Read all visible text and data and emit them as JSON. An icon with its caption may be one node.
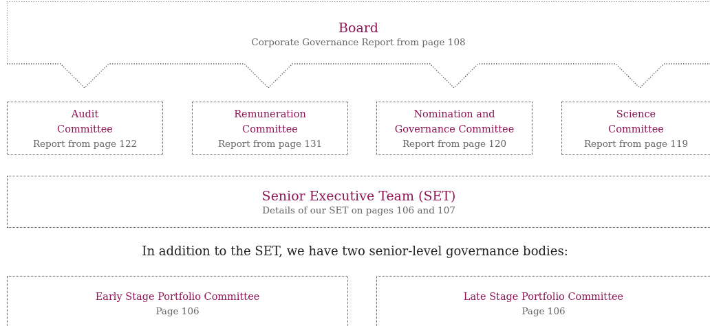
{
  "diagram": {
    "nodes": [
      {
        "text": [
          "Board",
          "Corporate Governance Report from page 108"
        ]
      },
      {
        "text": [
          "Audit Committee",
          "Report from page 122"
        ]
      },
      {
        "text": [
          "Remuneration Committee",
          "Report from page 131"
        ]
      },
      {
        "text": [
          "Nomination and Governance Committee",
          "Report from page 120"
        ]
      },
      {
        "text": [
          "Science Committee",
          "Report from page 119"
        ]
      },
      {
        "text": [
          "Senior Executive Team (SET)",
          "Details of our SET on pages 106 and 107"
        ]
      },
      {
        "text": [
          "Early Stage Portfolio Committee",
          "Page 106"
        ]
      },
      {
        "text": [
          "Late Stage Portfolio Committee",
          "Page 106"
        ]
      }
    ],
    "labels": [
      "In addition to the SET, we have two senior-level governance bodies:"
    ]
  }
}
